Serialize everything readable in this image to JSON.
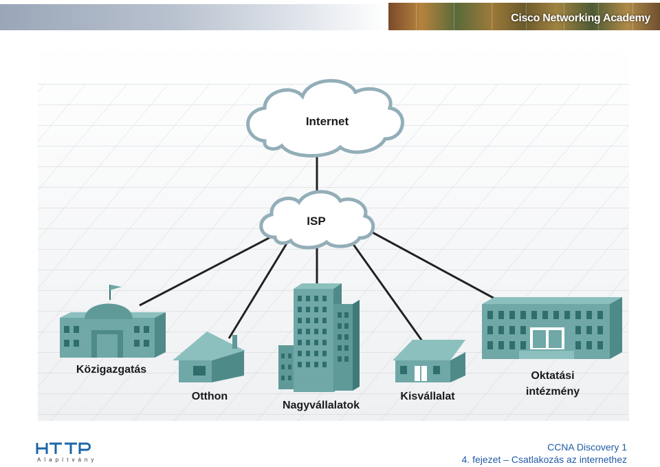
{
  "header": {
    "brand": "Cisco Networking Academy"
  },
  "diagram": {
    "clouds": {
      "internet": "Internet",
      "isp": "ISP"
    },
    "nodes": {
      "government": "Közigazgatás",
      "home": "Otthon",
      "enterprise": "Nagyvállalatok",
      "small_business": "Kisvállalat",
      "education_line1": "Oktatási",
      "education_line2": "intézmény"
    },
    "colors": {
      "building": "#6fa8a6",
      "building_dark": "#4e8a88",
      "window": "#2f6e6c",
      "cloud_stroke": "#8fa9b4",
      "link": "#222222"
    }
  },
  "footer": {
    "logo": "HTTP",
    "logo_sub": "Alapítvány",
    "course": "CCNA Discovery 1",
    "chapter": "4. fejezet – Csatlakozás az internethez"
  }
}
